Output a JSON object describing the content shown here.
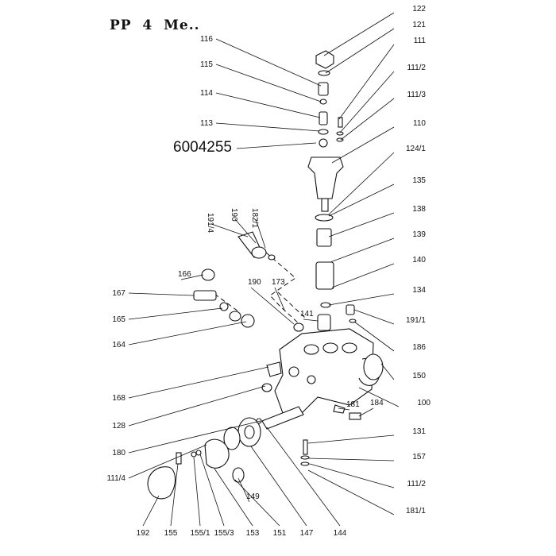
{
  "title": "PP  4  Me..",
  "highlight_part": "6004255",
  "parts": [
    {
      "id": "122"
    },
    {
      "id": "121"
    },
    {
      "id": "116"
    },
    {
      "id": "111"
    },
    {
      "id": "115"
    },
    {
      "id": "111/2"
    },
    {
      "id": "114"
    },
    {
      "id": "111/3"
    },
    {
      "id": "113"
    },
    {
      "id": "110"
    },
    {
      "id": "124/1"
    },
    {
      "id": "135"
    },
    {
      "id": "191/4"
    },
    {
      "id": "190"
    },
    {
      "id": "182/1"
    },
    {
      "id": "138"
    },
    {
      "id": "139"
    },
    {
      "id": "166"
    },
    {
      "id": "140"
    },
    {
      "id": "190"
    },
    {
      "id": "173"
    },
    {
      "id": "167"
    },
    {
      "id": "134"
    },
    {
      "id": "141"
    },
    {
      "id": "165"
    },
    {
      "id": "191/1"
    },
    {
      "id": "164"
    },
    {
      "id": "186"
    },
    {
      "id": "150"
    },
    {
      "id": "168"
    },
    {
      "id": "100"
    },
    {
      "id": "181"
    },
    {
      "id": "184"
    },
    {
      "id": "128"
    },
    {
      "id": "131"
    },
    {
      "id": "180"
    },
    {
      "id": "157"
    },
    {
      "id": "111/4"
    },
    {
      "id": "111/2"
    },
    {
      "id": "149"
    },
    {
      "id": "181/1"
    },
    {
      "id": "192"
    },
    {
      "id": "155"
    },
    {
      "id": "155/1"
    },
    {
      "id": "155/3"
    },
    {
      "id": "153"
    },
    {
      "id": "151"
    },
    {
      "id": "147"
    },
    {
      "id": "144"
    }
  ]
}
